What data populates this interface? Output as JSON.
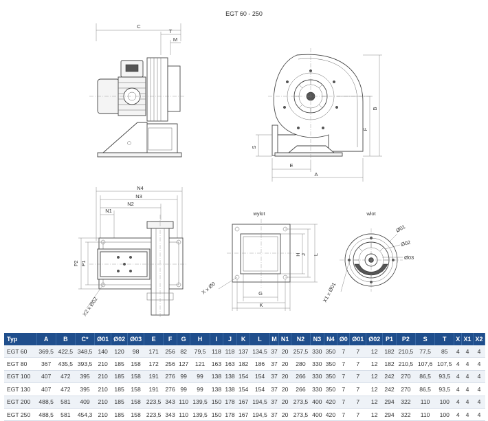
{
  "title": "EGT 60 - 250",
  "labels": {
    "side": {
      "C": "C",
      "T": "T",
      "M": "M"
    },
    "front": {
      "A": "A",
      "B": "B",
      "F": "F",
      "E": "E",
      "S": "S"
    },
    "top": {
      "N4": "N4",
      "N3": "N3",
      "N2": "N2",
      "N1": "N1",
      "P1": "P1",
      "P2": "P2",
      "X2": "X2 x Ø02"
    },
    "outlet": {
      "heading": "wylot",
      "H": "H",
      "J": "J",
      "L": "L",
      "G": "G",
      "K": "K",
      "X": "X x Ø0"
    },
    "inlet": {
      "heading": "wlot",
      "D1": "Ø01",
      "D2": "Ø02",
      "D3": "Ø03",
      "X1": "X1 x Ø01"
    }
  },
  "table": {
    "columns": [
      "Typ",
      "A",
      "B",
      "C*",
      "Ø01",
      "Ø02",
      "Ø03",
      "E",
      "F",
      "G",
      "H",
      "I",
      "J",
      "K",
      "L",
      "M",
      "N1",
      "N2",
      "N3",
      "N4",
      "Ø0",
      "Ø01",
      "Ø02",
      "P1",
      "P2",
      "S",
      "T",
      "X",
      "X1",
      "X2"
    ],
    "rows": [
      [
        "EGT 60",
        "369,5",
        "422,5",
        "348,5",
        "140",
        "120",
        "98",
        "171",
        "256",
        "82",
        "79,5",
        "118",
        "118",
        "137",
        "134,5",
        "37",
        "20",
        "257,5",
        "330",
        "350",
        "7",
        "7",
        "12",
        "182",
        "210,5",
        "77,5",
        "85",
        "4",
        "4",
        "4"
      ],
      [
        "EGT 80",
        "367",
        "435,5",
        "393,5",
        "210",
        "185",
        "158",
        "172",
        "256",
        "127",
        "121",
        "163",
        "163",
        "182",
        "186",
        "37",
        "20",
        "280",
        "330",
        "350",
        "7",
        "7",
        "12",
        "182",
        "210,5",
        "107,6",
        "107,5",
        "4",
        "4",
        "4"
      ],
      [
        "EGT 100",
        "407",
        "472",
        "395",
        "210",
        "185",
        "158",
        "191",
        "276",
        "99",
        "99",
        "138",
        "138",
        "154",
        "154",
        "37",
        "20",
        "266",
        "330",
        "350",
        "7",
        "7",
        "12",
        "242",
        "270",
        "86,5",
        "93,5",
        "4",
        "4",
        "4"
      ],
      [
        "EGT 130",
        "407",
        "472",
        "395",
        "210",
        "185",
        "158",
        "191",
        "276",
        "99",
        "99",
        "138",
        "138",
        "154",
        "154",
        "37",
        "20",
        "266",
        "330",
        "350",
        "7",
        "7",
        "12",
        "242",
        "270",
        "86,5",
        "93,5",
        "4",
        "4",
        "4"
      ],
      [
        "EGT 200",
        "488,5",
        "581",
        "409",
        "210",
        "185",
        "158",
        "223,5",
        "343",
        "110",
        "139,5",
        "150",
        "178",
        "167",
        "194,5",
        "37",
        "20",
        "273,5",
        "400",
        "420",
        "7",
        "7",
        "12",
        "294",
        "322",
        "110",
        "100",
        "4",
        "4",
        "4"
      ],
      [
        "EGT 250",
        "488,5",
        "581",
        "454,3",
        "210",
        "185",
        "158",
        "223,5",
        "343",
        "110",
        "139,5",
        "150",
        "178",
        "167",
        "194,5",
        "37",
        "20",
        "273,5",
        "400",
        "420",
        "7",
        "7",
        "12",
        "294",
        "322",
        "110",
        "100",
        "4",
        "4",
        "4"
      ]
    ]
  }
}
